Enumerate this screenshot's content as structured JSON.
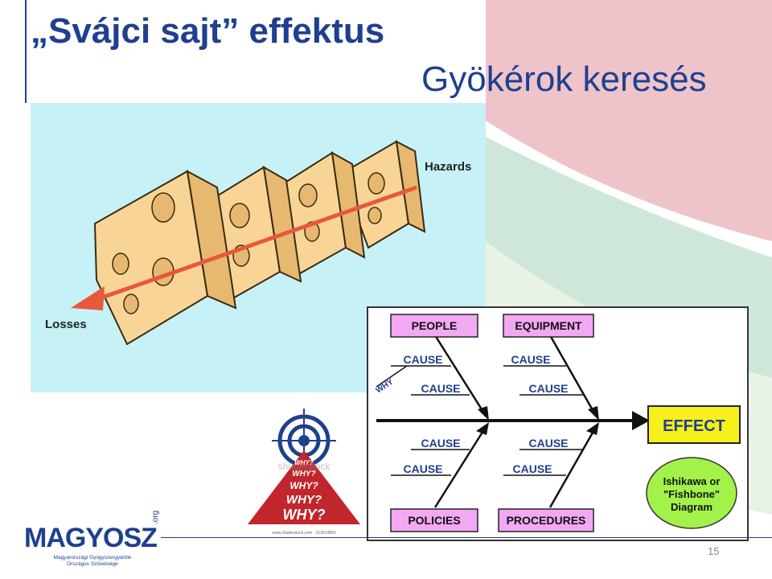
{
  "slide": {
    "title": "„Svájci sajt” effektus",
    "subtitle": "Gyökérok keresés",
    "page_number": "15"
  },
  "cheese_diagram": {
    "hazards_label": "Hazards",
    "losses_label": "Losses"
  },
  "fishbone": {
    "people": "PEOPLE",
    "equipment": "EQUIPMENT",
    "policies": "POLICIES",
    "procedures": "PROCEDURES",
    "cause": "CAUSE",
    "why": "WHY",
    "effect": "EFFECT",
    "ellipse_line1": "Ishikawa or",
    "ellipse_line2": "\"Fishbone\"",
    "ellipse_line3": "Diagram"
  },
  "why_pyramid": {
    "why": "WHY?",
    "watermark": "shutterstock",
    "footer": "www.shutterstock.com · 213914800"
  },
  "logo": {
    "name": "MAGYOSZ",
    "org": ".org",
    "line1": "Magyarországi Gyógyszergyártók",
    "line2": "Országos Szövetsége"
  },
  "colors": {
    "title": "#1f3f8f",
    "cheese_bg": "#c6f1f6",
    "cheese": "#f8d597",
    "arrow": "#e8583a",
    "pink_box": "#f2a8f2",
    "effect_box": "#f7f01a",
    "ellipse": "#a2f24a"
  }
}
